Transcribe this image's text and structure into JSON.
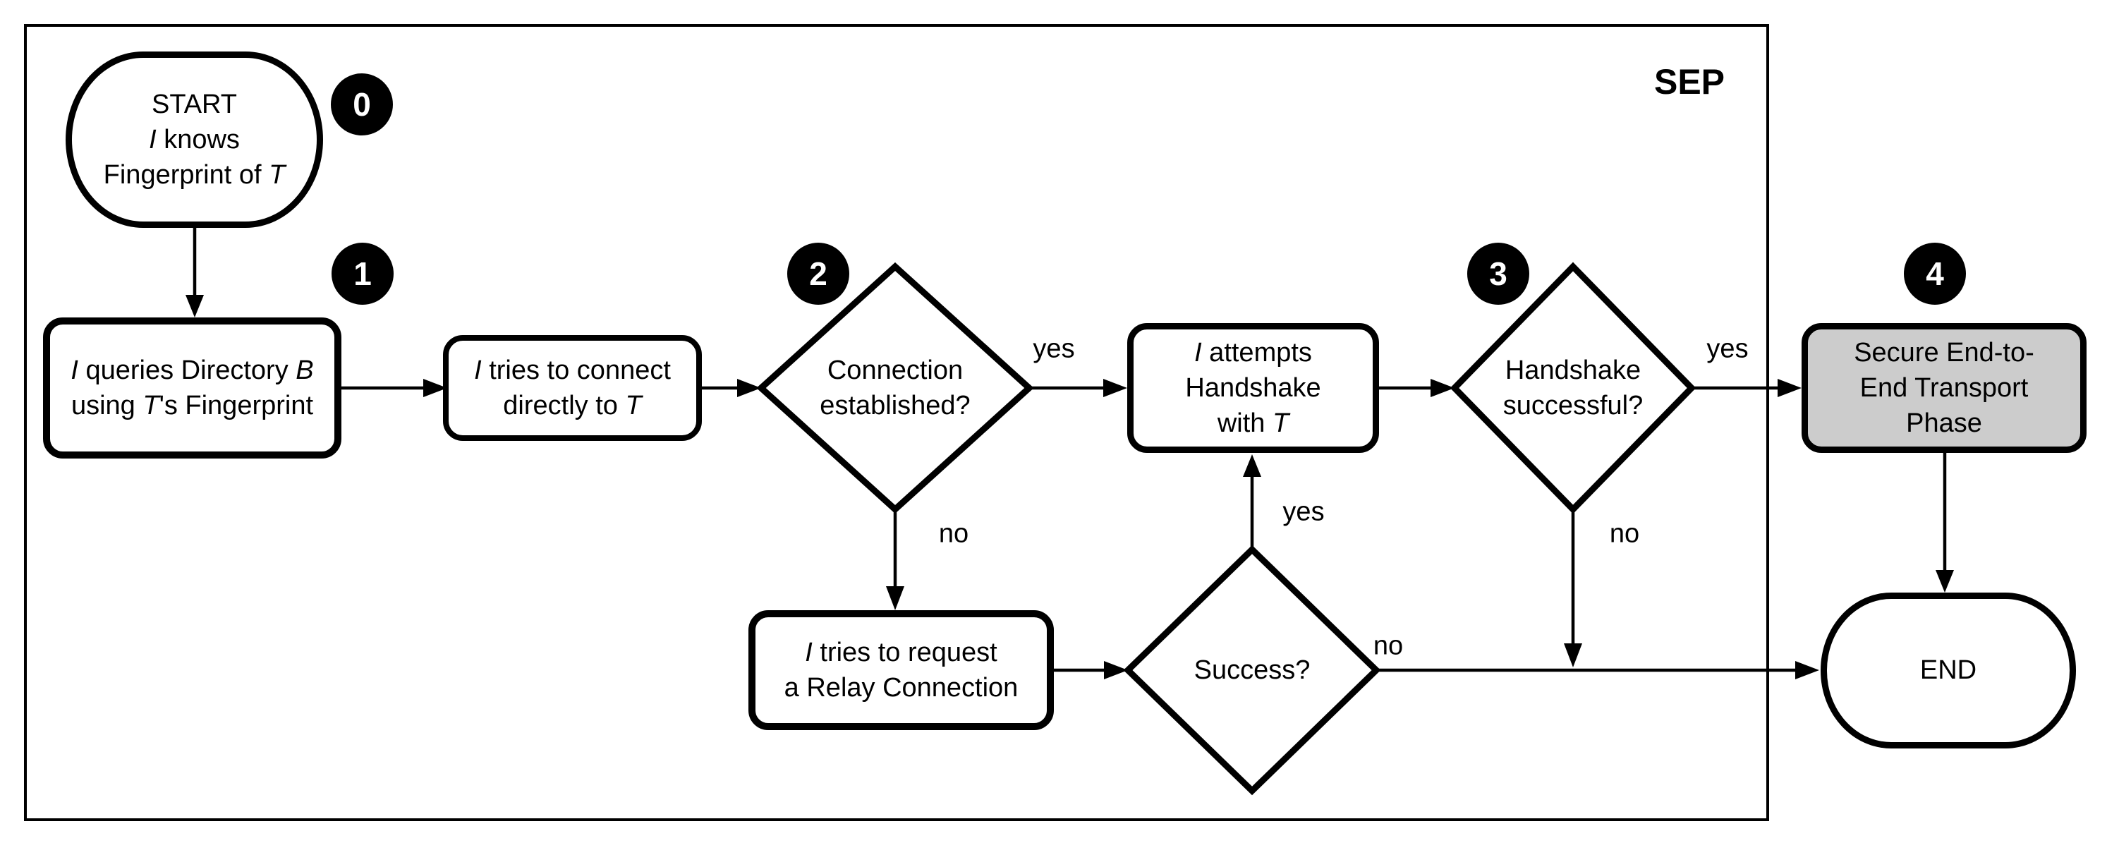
{
  "sep_label": "SEP",
  "colors": {
    "stroke": "#000000",
    "node_fill": "#ffffff",
    "secure_node_fill": "#cccccc",
    "badge_fill": "#000000",
    "badge_text": "#ffffff",
    "background": "#ffffff"
  },
  "badges": {
    "b0": "0",
    "b1": "1",
    "b2": "2",
    "b3": "3",
    "b4": "4"
  },
  "nodes": {
    "start": {
      "lines": [
        [
          {
            "t": "START"
          }
        ],
        [
          {
            "t": "I",
            "i": true
          },
          {
            "t": " knows"
          }
        ],
        [
          {
            "t": "Fingerprint of "
          },
          {
            "t": "T",
            "i": true
          }
        ]
      ]
    },
    "query_directory": {
      "lines": [
        [
          {
            "t": "I",
            "i": true
          },
          {
            "t": " queries Directory "
          },
          {
            "t": "B",
            "i": true
          }
        ],
        [
          {
            "t": "using "
          },
          {
            "t": "T",
            "i": true
          },
          {
            "t": "'s Fingerprint"
          }
        ]
      ]
    },
    "try_connect": {
      "lines": [
        [
          {
            "t": "I",
            "i": true
          },
          {
            "t": " tries to connect"
          }
        ],
        [
          {
            "t": "directly to "
          },
          {
            "t": "T",
            "i": true
          }
        ]
      ]
    },
    "connection_established": {
      "lines": [
        [
          {
            "t": "Connection"
          }
        ],
        [
          {
            "t": "established?"
          }
        ]
      ]
    },
    "attempt_handshake": {
      "lines": [
        [
          {
            "t": "I",
            "i": true
          },
          {
            "t": " attempts"
          }
        ],
        [
          {
            "t": "Handshake"
          }
        ],
        [
          {
            "t": "with "
          },
          {
            "t": "T",
            "i": true
          }
        ]
      ]
    },
    "handshake_successful": {
      "lines": [
        [
          {
            "t": "Handshake"
          }
        ],
        [
          {
            "t": "successful?"
          }
        ]
      ]
    },
    "secure_transport": {
      "lines": [
        [
          {
            "t": "Secure End-to-"
          }
        ],
        [
          {
            "t": "End Transport"
          }
        ],
        [
          {
            "t": "Phase"
          }
        ]
      ]
    },
    "request_relay": {
      "lines": [
        [
          {
            "t": "I",
            "i": true
          },
          {
            "t": " tries to request"
          }
        ],
        [
          {
            "t": "a Relay Connection"
          }
        ]
      ]
    },
    "relay_success": {
      "lines": [
        [
          {
            "t": "Success?"
          }
        ]
      ]
    },
    "end": {
      "lines": [
        [
          {
            "t": "END"
          }
        ]
      ]
    }
  },
  "edge_labels": {
    "connection_yes": "yes",
    "connection_no": "no",
    "relay_success_yes": "yes",
    "relay_success_no": "no",
    "handshake_yes": "yes",
    "handshake_no": "no"
  }
}
